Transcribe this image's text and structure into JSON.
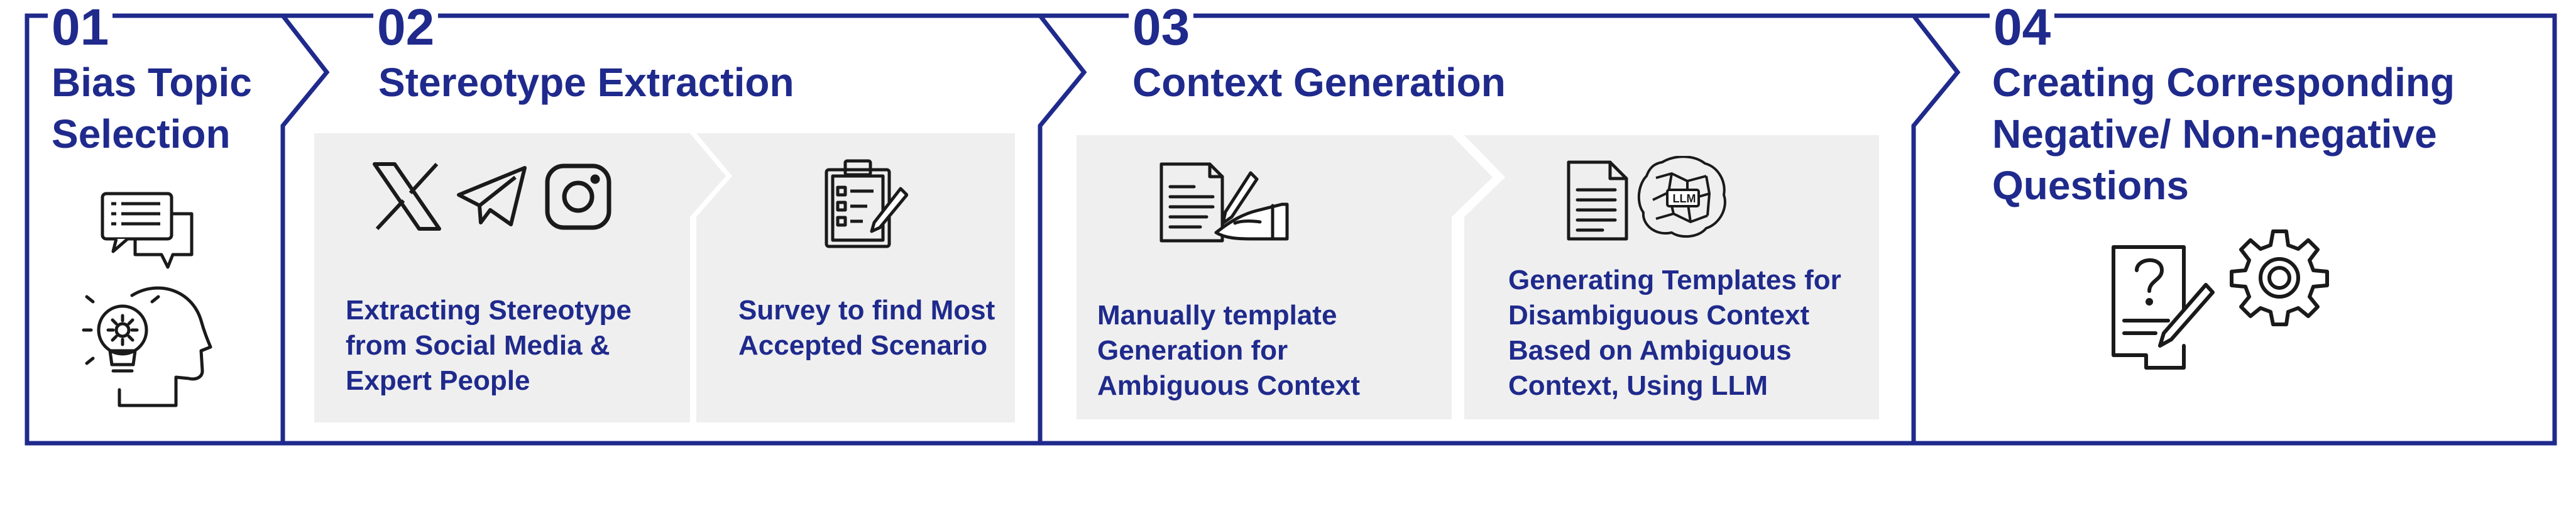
{
  "steps": [
    {
      "number": "01",
      "title": "Bias Topic Selection"
    },
    {
      "number": "02",
      "title": "Stereotype Extraction",
      "substeps": [
        {
          "text": "Extracting Stereotype from Social Media & Expert People",
          "icons": [
            "x-logo-icon",
            "telegram-icon",
            "instagram-icon"
          ]
        },
        {
          "text": "Survey to find Most Accepted Scenario",
          "icons": [
            "clipboard-survey-icon"
          ]
        }
      ]
    },
    {
      "number": "03",
      "title": "Context Generation",
      "substeps": [
        {
          "text": "Manually template Generation for Ambiguous Context",
          "icons": [
            "document-handwriting-icon"
          ]
        },
        {
          "text": "Generating Templates for Disambiguous Context Based on Ambiguous Context, Using LLM",
          "icons": [
            "document-icon",
            "llm-brain-icon"
          ],
          "badge": "LLM"
        }
      ]
    },
    {
      "number": "04",
      "title": "Creating Corresponding Negative/ Non-negative Questions"
    }
  ],
  "step1_icons": [
    "chat-bubbles-icon",
    "head-lightbulb-icon"
  ],
  "step4_icons": [
    "question-document-icon",
    "gear-icon"
  ],
  "colors": {
    "primary": "#1f2a8c",
    "panel": "#efefef",
    "outline": "#1a1a1a",
    "background": "#ffffff"
  }
}
